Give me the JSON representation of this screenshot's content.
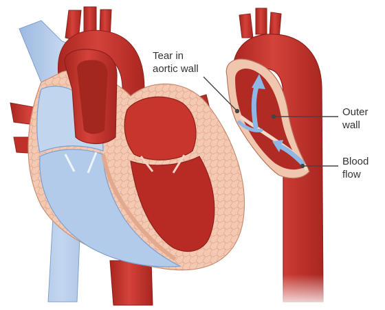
{
  "labels": {
    "tear": "Tear in\naortic wall",
    "outer_wall": "Outer\nwall",
    "blood_flow": "Blood\nflow"
  },
  "colors": {
    "artery_red": "#c9342c",
    "artery_dark": "#9e2520",
    "chamber_red": "#b82a24",
    "vein_blue": "#a9c4e6",
    "vein_blue_dark": "#8fb0da",
    "muscle_pink": "#f3c9b2",
    "flow_arrow": "#8fb7e6",
    "label_text": "#333333",
    "leader_line": "#444444"
  },
  "icons": {
    "heart": "heart-cross-section-illustration",
    "aorta": "dissected-aorta-illustration",
    "arrow": "blood-flow-arrow"
  }
}
